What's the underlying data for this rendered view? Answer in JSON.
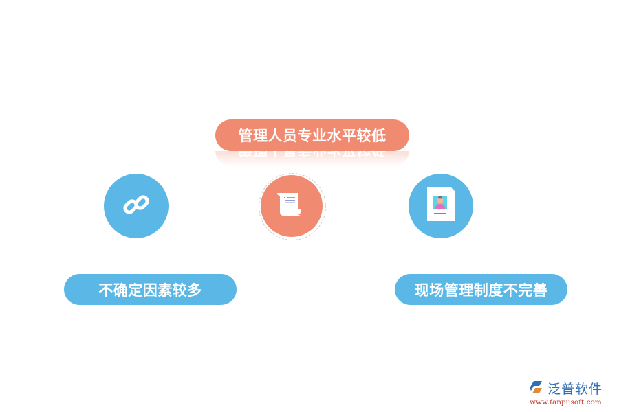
{
  "diagram": {
    "center_label": "管理人员专业水平较低",
    "left_label": "不确定因素较多",
    "right_label": "现场管理制度不完善",
    "nodes": [
      {
        "id": "left",
        "icon": "link-icon",
        "color": "#5bb8e6"
      },
      {
        "id": "center",
        "icon": "scroll-document-icon",
        "color": "#f08a70"
      },
      {
        "id": "right",
        "icon": "profile-card-icon",
        "color": "#5bb8e6"
      }
    ],
    "colors": {
      "orange": "#f08a70",
      "blue": "#5bb8e6",
      "connector": "#b8b8b8"
    }
  },
  "watermark": {
    "brand": "泛普软件",
    "url": "www.fanpusoft.com"
  }
}
